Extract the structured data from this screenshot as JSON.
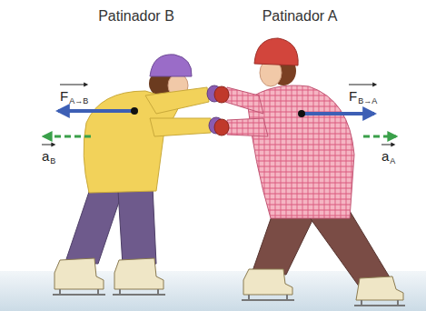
{
  "diagram": {
    "labels": [
      "Patinador B",
      "Patinador A",
      "F",
      "A→B",
      "a",
      "B",
      "F",
      "B→A",
      "a",
      "A"
    ]
  }
}
